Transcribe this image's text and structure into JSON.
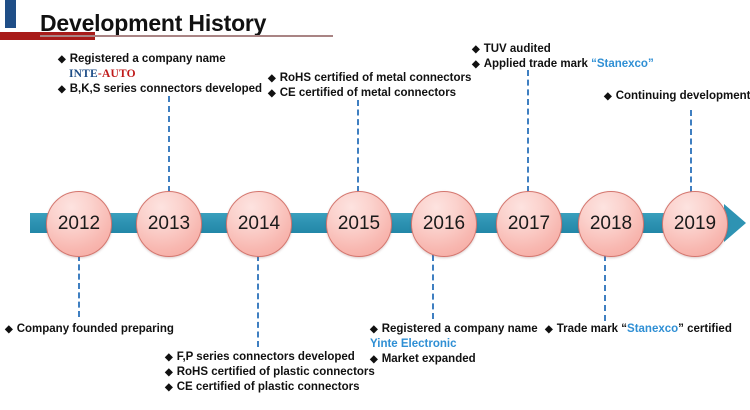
{
  "header": {
    "title": "Development History",
    "accent_blue": "#1f4e87",
    "accent_red": "#a81b19",
    "rule_color": "#a98484"
  },
  "timeline": {
    "axis_color": "#2e93b3",
    "circle_border": "#d4766e",
    "connector_color": "#3f7fc1",
    "years": [
      "2012",
      "2013",
      "2014",
      "2015",
      "2016",
      "2017",
      "2018",
      "2019"
    ]
  },
  "notes": {
    "y2012_top": {
      "lines": [
        "Registered a company name",
        "B,K,S series connectors developed"
      ],
      "logo_part1": "INTE",
      "logo_part2": "-AUTO"
    },
    "y2012_bottom": {
      "lines": [
        "Company founded preparing"
      ]
    },
    "y2014_bottom": {
      "lines": [
        "F,P series connectors developed",
        "RoHS certified of plastic connectors",
        "CE certified of plastic connectors"
      ]
    },
    "y2015_top": {
      "lines": [
        "RoHS certified of metal connectors",
        "CE certified of metal connectors"
      ]
    },
    "y2016_bottom": {
      "line1": "Registered a company name",
      "brand": "Yinte Electronic",
      "line2": "Market expanded"
    },
    "y2017_top": {
      "line1": "TUV audited",
      "line2_pre": "Applied trade mark ",
      "line2_quote_open": "“",
      "line2_brand": "Stanexco",
      "line2_quote_close": "”"
    },
    "y2018_top": {
      "lines": [
        "Continuing development"
      ]
    },
    "y2018_bottom": {
      "pre": "Trade mark ",
      "quote_open": "“",
      "brand": "Stanexco",
      "quote_close": "”",
      "post": " certified"
    }
  },
  "glyphs": {
    "diamond": "◆"
  }
}
